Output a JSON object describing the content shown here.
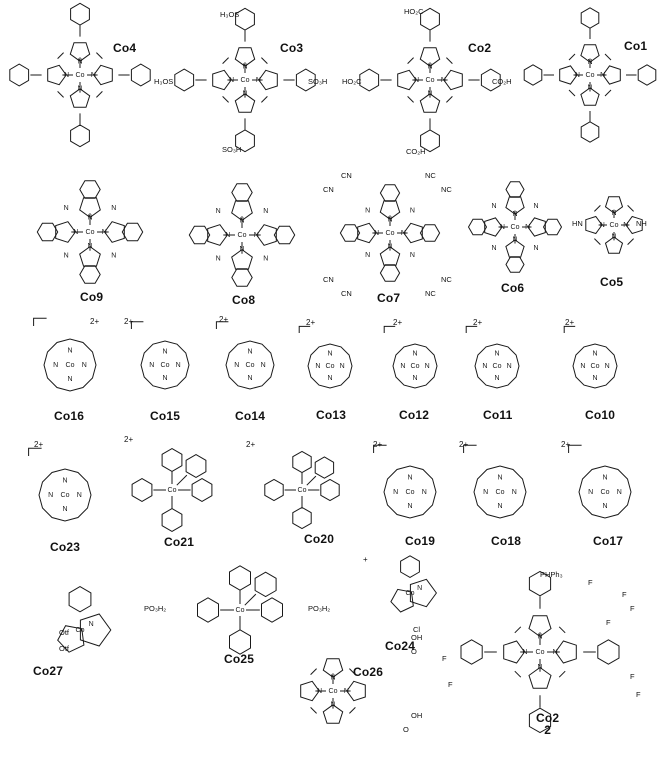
{
  "figure": {
    "row1": [
      {
        "id": "co4",
        "label": "Co4",
        "subs": []
      },
      {
        "id": "co3",
        "label": "Co3",
        "subs": [
          "H₃OS",
          "SO₃H",
          "H₃OS",
          "SO₃H"
        ]
      },
      {
        "id": "co2",
        "label": "Co2",
        "subs": [
          "HO₂C",
          "CO₂H",
          "HO₂C",
          "CO₂H"
        ]
      },
      {
        "id": "co1",
        "label": "Co1",
        "subs": []
      }
    ],
    "row2": [
      {
        "id": "co9",
        "label": "Co9",
        "subs": []
      },
      {
        "id": "co8",
        "label": "Co8",
        "subs": []
      },
      {
        "id": "co7",
        "label": "Co7",
        "subs": [
          "NC",
          "CN",
          "NC",
          "CN",
          "NC",
          "CN",
          "NC",
          "CN"
        ]
      },
      {
        "id": "co6",
        "label": "Co6",
        "subs": []
      },
      {
        "id": "co5",
        "label": "Co5",
        "subs": [
          "NH",
          "HN"
        ]
      }
    ],
    "row3": [
      {
        "id": "co16",
        "label": "Co16",
        "charge": "2+"
      },
      {
        "id": "co15",
        "label": "Co15",
        "charge": "2+"
      },
      {
        "id": "co14",
        "label": "Co14",
        "charge": "2+"
      },
      {
        "id": "co13",
        "label": "Co13",
        "charge": "2+"
      },
      {
        "id": "co12",
        "label": "Co12",
        "charge": "2+"
      },
      {
        "id": "co11",
        "label": "Co11",
        "charge": "2+"
      },
      {
        "id": "co10",
        "label": "Co10",
        "charge": "2+"
      }
    ],
    "row4": [
      {
        "id": "co23",
        "label": "Co23",
        "charge": "2+"
      },
      {
        "id": "co21",
        "label": "Co21",
        "charge": "2+"
      },
      {
        "id": "co20",
        "label": "Co20",
        "charge": "2+"
      },
      {
        "id": "co19",
        "label": "Co19",
        "charge": "2+"
      },
      {
        "id": "co18",
        "label": "Co18",
        "charge": "2+"
      },
      {
        "id": "co17",
        "label": "Co17",
        "charge": "2+"
      }
    ],
    "row5": [
      {
        "id": "co27",
        "label": "Co27",
        "subs": [
          "Otf",
          "Otf"
        ]
      },
      {
        "id": "co25",
        "label": "Co25",
        "subs": [
          "PO₃H₂",
          "PO₃H₂"
        ]
      },
      {
        "id": "co24",
        "label": "Co24",
        "charge": "+",
        "subs": [
          "Cl"
        ]
      },
      {
        "id": "co26",
        "label": "Co26",
        "subs": [
          "OH",
          "O",
          "OH",
          "O"
        ]
      },
      {
        "id": "co22",
        "label": "Co2\n2",
        "subs": [
          "PHPh₃",
          "F",
          "F",
          "F",
          "F",
          "F",
          "F",
          "F",
          "F"
        ]
      }
    ]
  },
  "atoms": {
    "metal": "Co",
    "n": "N",
    "nh": "NH",
    "hn": "HN",
    "h": "H"
  }
}
